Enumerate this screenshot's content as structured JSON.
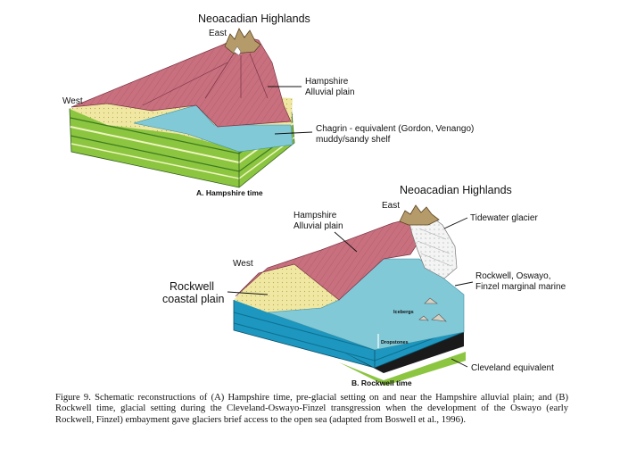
{
  "panel_a": {
    "highlands": "Neoacadian Highlands",
    "east": "East",
    "west": "West",
    "alluvial_1": "Hampshire",
    "alluvial_2": "Alluvial plain",
    "shelf_1": "Chagrin - equivalent (Gordon, Venango)",
    "shelf_2": "muddy/sandy shelf",
    "caption": "A. Hampshire time"
  },
  "panel_b": {
    "highlands": "Neoacadian Highlands",
    "east": "East",
    "west": "West",
    "alluvial_1": "Hampshire",
    "alluvial_2": "Alluvial plain",
    "glacier": "Tidewater glacier",
    "coastal_1": "Rockwell",
    "coastal_2": "coastal plain",
    "marine_1": "Rockwell, Oswayo,",
    "marine_2": "Finzel marginal marine",
    "icebergs": "Icebergs",
    "dropstones": "Dropstones",
    "cleveland": "Cleveland equivalent",
    "caption": "B. Rockwell time"
  },
  "colors": {
    "alluvial": "#c9707f",
    "sand": "#efe7a2",
    "sea": "#82c9d8",
    "deep_sea": "#1d97bf",
    "strata_green": "#8cc540",
    "dark_shale": "#1a1a1a",
    "mountains": "#b59a6a"
  },
  "figure_caption": "Figure 9. Schematic reconstructions of (A) Hampshire time, pre-glacial setting on and near the Hampshire alluvial plain; and (B) Rockwell time, glacial setting during the Cleveland-Oswayo-Finzel transgression when the development of the Oswayo (early Rockwell, Finzel) embayment gave glaciers brief access to the open sea (adapted from Boswell et al., 1996)."
}
